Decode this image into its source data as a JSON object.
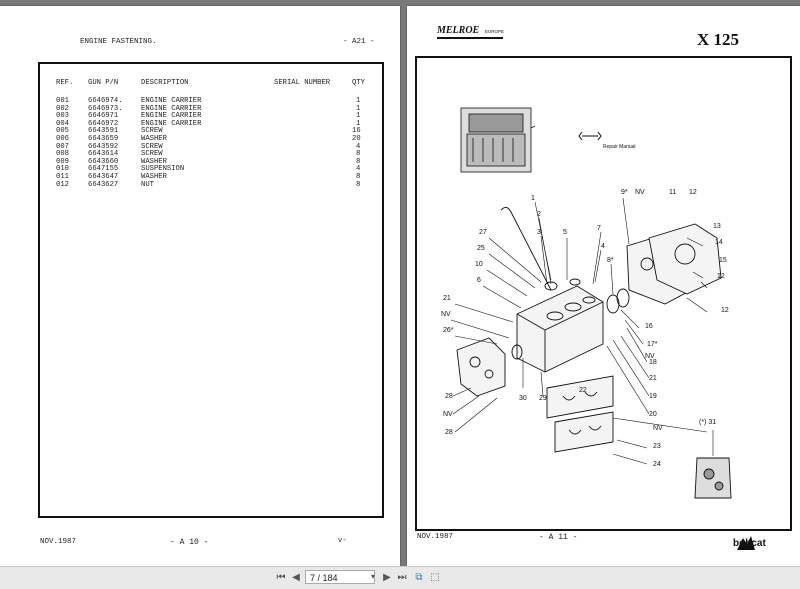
{
  "left_page": {
    "title": "ENGINE FASTENING.",
    "page_ref": "- A21 -",
    "columns": {
      "ref": "REF.",
      "pn": "GUN P/N",
      "desc": "DESCRIPTION",
      "serial": "SERIAL NUMBER",
      "qty": "QTY"
    },
    "rows": [
      {
        "ref": "001",
        "pn": "6646974.",
        "desc": "ENGINE CARRIER",
        "qty": "1"
      },
      {
        "ref": "002",
        "pn": "6646973.",
        "desc": "ENGINE CARRIER",
        "qty": "1"
      },
      {
        "ref": "003",
        "pn": "6646971",
        "desc": "ENGINE CARRIER",
        "qty": "1"
      },
      {
        "ref": "004",
        "pn": "6646972",
        "desc": "ENGINE CARRIER",
        "qty": "1"
      },
      {
        "ref": "005",
        "pn": "6643591",
        "desc": "SCREW",
        "qty": "16"
      },
      {
        "ref": "006",
        "pn": "6643659",
        "desc": "WASHER",
        "qty": "20"
      },
      {
        "ref": "007",
        "pn": "6643592",
        "desc": "SCREW",
        "qty": "4"
      },
      {
        "ref": "008",
        "pn": "6643614",
        "desc": "SCREW",
        "qty": "8"
      },
      {
        "ref": "009",
        "pn": "6643660",
        "desc": "WASHER",
        "qty": "8"
      },
      {
        "ref": "010",
        "pn": "6647155",
        "desc": "SUSPENSION",
        "qty": "4"
      },
      {
        "ref": "011",
        "pn": "6643647",
        "desc": "WASHER",
        "qty": "8"
      },
      {
        "ref": "012",
        "pn": "6643627",
        "desc": "NUT",
        "qty": "8"
      }
    ],
    "footer_date": "NOV.1987",
    "footer_page": "- A 10 -",
    "footer_mark": "v-"
  },
  "right_page": {
    "brand": "MELROE",
    "brand_sub": "EUROPE",
    "model": "X 125",
    "repair_manual": "Repair Manual",
    "footer_date": "NOV.1987",
    "footer_page": "- A 11 -",
    "logo_text": "bobcat",
    "kit_label": "(*) 31",
    "callouts": [
      "1",
      "2",
      "3",
      "5",
      "7",
      "4",
      "8*",
      "9*",
      "NV",
      "11",
      "12",
      "13",
      "14",
      "15",
      "12",
      "12",
      "27",
      "25",
      "10",
      "6",
      "21",
      "NV",
      "26*",
      "16",
      "17*",
      "18",
      "21",
      "19",
      "20",
      "NV",
      "29",
      "30",
      "28",
      "NV",
      "28",
      "22",
      "NV",
      "23",
      "24"
    ]
  },
  "toolbar": {
    "page_value": "7 / 184",
    "first_icon": "first-page-icon",
    "prev_icon": "prev-page-icon",
    "next_icon": "next-page-icon",
    "last_icon": "last-page-icon",
    "dropdown_icon": "chevron-down-icon",
    "fit_icon": "fit-page-icon",
    "save_icon": "save-icon"
  }
}
